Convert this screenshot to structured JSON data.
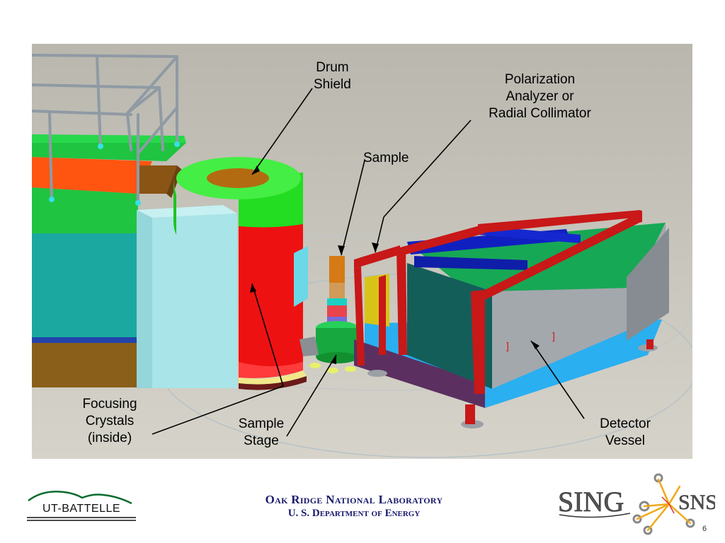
{
  "callouts": {
    "drum_shield": [
      "Drum",
      "Shield"
    ],
    "polarization": [
      "Polarization",
      "Analyzer or",
      "Radial Collimator"
    ],
    "sample": "Sample",
    "focusing": [
      "Focusing",
      "Crystals",
      "(inside)"
    ],
    "sample_stage": [
      "Sample",
      "Stage"
    ],
    "detector": [
      "Detector",
      "Vessel"
    ]
  },
  "footer": {
    "org_line1": "Oak Ridge National Laboratory",
    "org_line2": "U. S. Department of Energy",
    "ut_logo_text": "UT-BATTELLE",
    "sns_logo_sing": "SING",
    "sns_logo_sns": "SNS",
    "page_number": "6"
  },
  "colors": {
    "background_figure": "#cfccc2",
    "shield_red": "#ee1111",
    "shield_green": "#22dd22",
    "drum_top_brown": "#b36b12",
    "shield_pale_cyan": "#a8e4e8",
    "platform_teal": "#1aa8a0",
    "platform_orange": "#ff5511",
    "platform_green": "#1fc441",
    "vessel_grey": "#a3a8ad",
    "vessel_top_green": "#17a855",
    "frame_red": "#c81818",
    "blue_bars": "#1020c0",
    "base_blue": "#2aaff0",
    "footer_text": "#1a1a6e"
  },
  "icons": [
    "ut-battelle-logo",
    "sing-sns-logo"
  ]
}
